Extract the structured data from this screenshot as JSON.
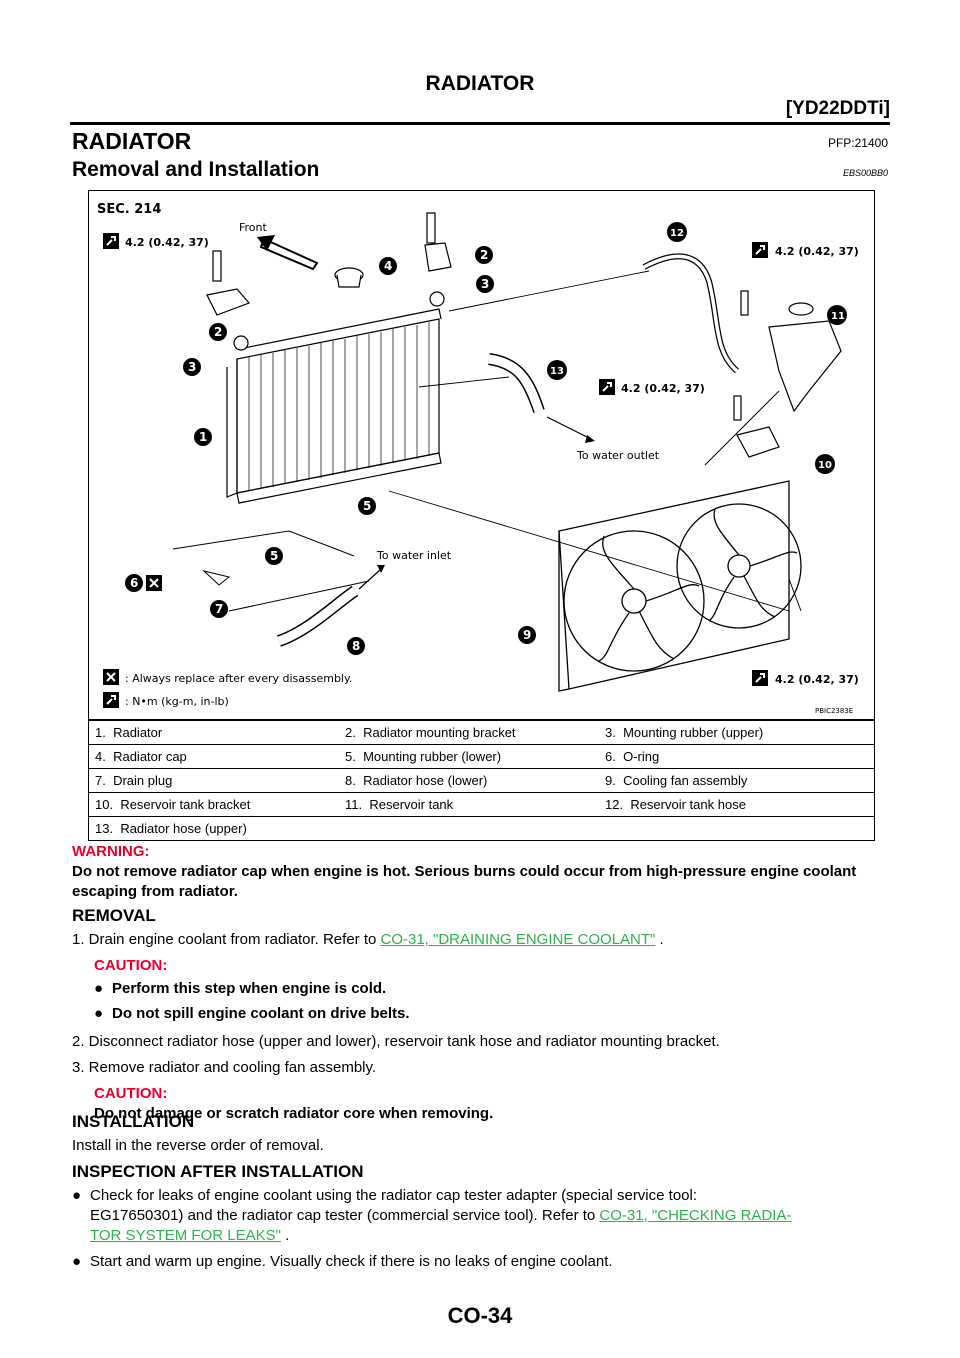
{
  "header": {
    "title": "RADIATOR",
    "subtitle": "[YD22DDTi]"
  },
  "section": {
    "title": "RADIATOR",
    "code": "PFP:21400"
  },
  "subsection": {
    "title": "Removal and Installation",
    "code": "EBS00BB0"
  },
  "figure": {
    "sec": "SEC. 214",
    "front": "Front",
    "torque": "4.2 (0.42, 37)",
    "to_water_outlet": "To water outlet",
    "to_water_inlet": "To water inlet",
    "legend_replace": ": Always replace after every disassembly.",
    "legend_units": ": N•m (kg-m, in-lb)",
    "fig_code": "PBIC2383E",
    "callouts": [
      "1",
      "2",
      "3",
      "4",
      "5",
      "6",
      "7",
      "8",
      "9",
      "10",
      "11",
      "12",
      "13"
    ]
  },
  "parts": [
    [
      "1.",
      "Radiator",
      "2.",
      "Radiator mounting bracket",
      "3.",
      "Mounting rubber (upper)"
    ],
    [
      "4.",
      "Radiator cap",
      "5.",
      "Mounting rubber (lower)",
      "6.",
      "O-ring"
    ],
    [
      "7.",
      "Drain plug",
      "8.",
      "Radiator hose (lower)",
      "9.",
      "Cooling fan assembly"
    ],
    [
      "10.",
      "Reservoir tank bracket",
      "11.",
      "Reservoir tank",
      "12.",
      "Reservoir tank hose"
    ],
    [
      "13.",
      "Radiator hose (upper)",
      "",
      "",
      "",
      ""
    ]
  ],
  "warning": {
    "label": "WARNING:",
    "text": "Do not remove radiator cap when engine is hot. Serious burns could occur from high-pressure engine coolant escaping from radiator."
  },
  "removal": {
    "title": "REMOVAL",
    "step1_pre": "1.  Drain engine coolant from radiator. Refer to ",
    "step1_link": "CO-31, \"DRAINING ENGINE COOLANT\"",
    "step1_post": " .",
    "caution1_label": "CAUTION:",
    "caution1_items": [
      "Perform this step when engine is cold.",
      "Do not spill engine coolant on drive belts."
    ],
    "step2": "2.  Disconnect radiator hose (upper and lower), reservoir tank hose and radiator mounting bracket.",
    "step3": "3.  Remove radiator and cooling fan assembly.",
    "caution2_label": "CAUTION:",
    "caution2_text": "Do not damage or scratch radiator core when removing."
  },
  "installation": {
    "title": "INSTALLATION",
    "text": "Install in the reverse order of removal."
  },
  "inspection": {
    "title": "INSPECTION AFTER INSTALLATION",
    "item1_line1": "Check for leaks of engine coolant using the radiator cap tester adapter (special service tool:",
    "item1_line2_pre": "EG17650301) and the radiator cap tester (commercial service tool). Refer to ",
    "item1_link_a": "CO-31, \"CHECKING RADIA-",
    "item1_link_b": "TOR SYSTEM FOR LEAKS\"",
    "item1_post": " .",
    "item2": "Start and warm up engine. Visually check if there is no leaks of engine coolant."
  },
  "footer": {
    "page": "CO-34"
  }
}
